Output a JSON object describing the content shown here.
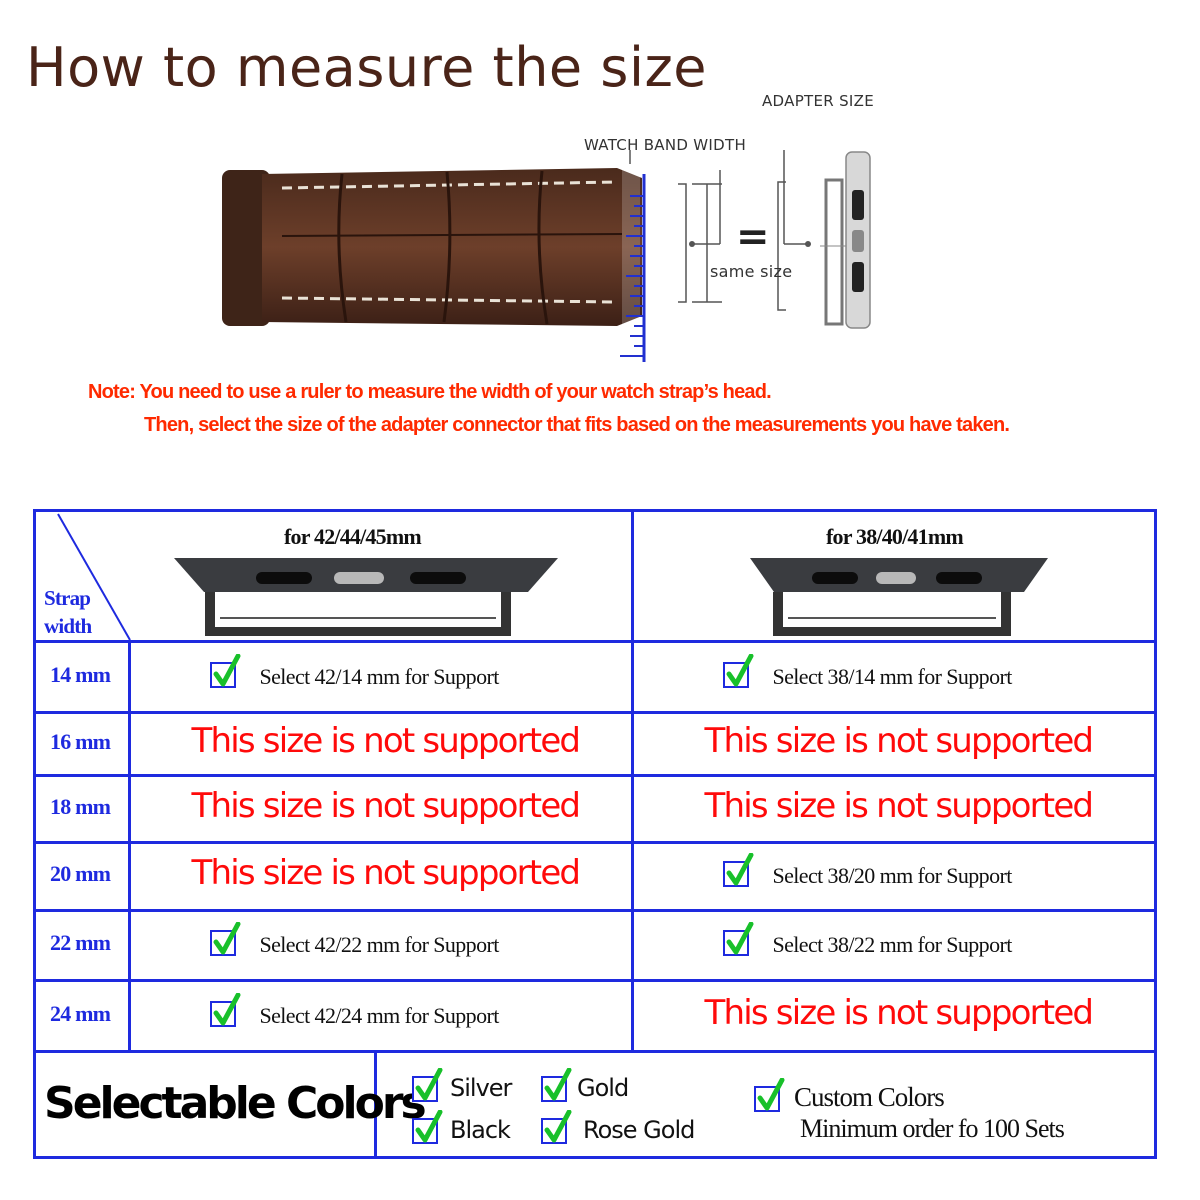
{
  "title": "How to measure the size",
  "diagram": {
    "adapter_size_label": "ADAPTER SIZE",
    "band_width_label": "WATCH BAND WIDTH",
    "equals_symbol": "=",
    "same_size_label": "same size"
  },
  "note": {
    "line1": "Note:  You  need to use a ruler to measure the width of your watch strap’s head.",
    "line2": "Then, select the size of the adapter connector that fits based on the measurements you have taken."
  },
  "table": {
    "corner_label_line1": "Strap",
    "corner_label_line2": "width",
    "columns": [
      "for 42/44/45mm",
      "for 38/40/41mm"
    ],
    "rows": [
      {
        "size": "14 mm",
        "cells": [
          {
            "supported": true,
            "text": "Select  42/14 mm  for Support"
          },
          {
            "supported": true,
            "text": "Select  38/14 mm  for Support"
          }
        ]
      },
      {
        "size": "16 mm",
        "cells": [
          {
            "supported": false,
            "text": "This size is not supported"
          },
          {
            "supported": false,
            "text": "This size is not supported"
          }
        ]
      },
      {
        "size": "18 mm",
        "cells": [
          {
            "supported": false,
            "text": "This size is not supported"
          },
          {
            "supported": false,
            "text": "This size is not supported"
          }
        ]
      },
      {
        "size": "20 mm",
        "cells": [
          {
            "supported": false,
            "text": "This size is not supported"
          },
          {
            "supported": true,
            "text": "Select  38/20 mm  for Support"
          }
        ]
      },
      {
        "size": "22 mm",
        "cells": [
          {
            "supported": true,
            "text": "Select  42/22 mm  for Support"
          },
          {
            "supported": true,
            "text": "Select  38/22 mm  for Support"
          }
        ]
      },
      {
        "size": "24 mm",
        "cells": [
          {
            "supported": true,
            "text": "Select  42/24 mm  for Support"
          },
          {
            "supported": false,
            "text": "This size is not supported"
          }
        ]
      }
    ]
  },
  "colors": {
    "heading": "Selectable Colors",
    "options": [
      "Silver",
      "Gold",
      "Black",
      "Rose Gold"
    ],
    "custom_title": "Custom Colors",
    "custom_note": "Minimum  order fo 100 Sets"
  },
  "palette": {
    "title_brown": "#4a2418",
    "note_red": "#ff2a00",
    "table_blue": "#1e2adf",
    "unsupported_red": "#ff0a0a",
    "check_green": "#18c02a"
  },
  "icons": [
    "checkbox-check-icon",
    "ruler-icon",
    "adapter-connector-icon",
    "leather-strap-icon"
  ]
}
